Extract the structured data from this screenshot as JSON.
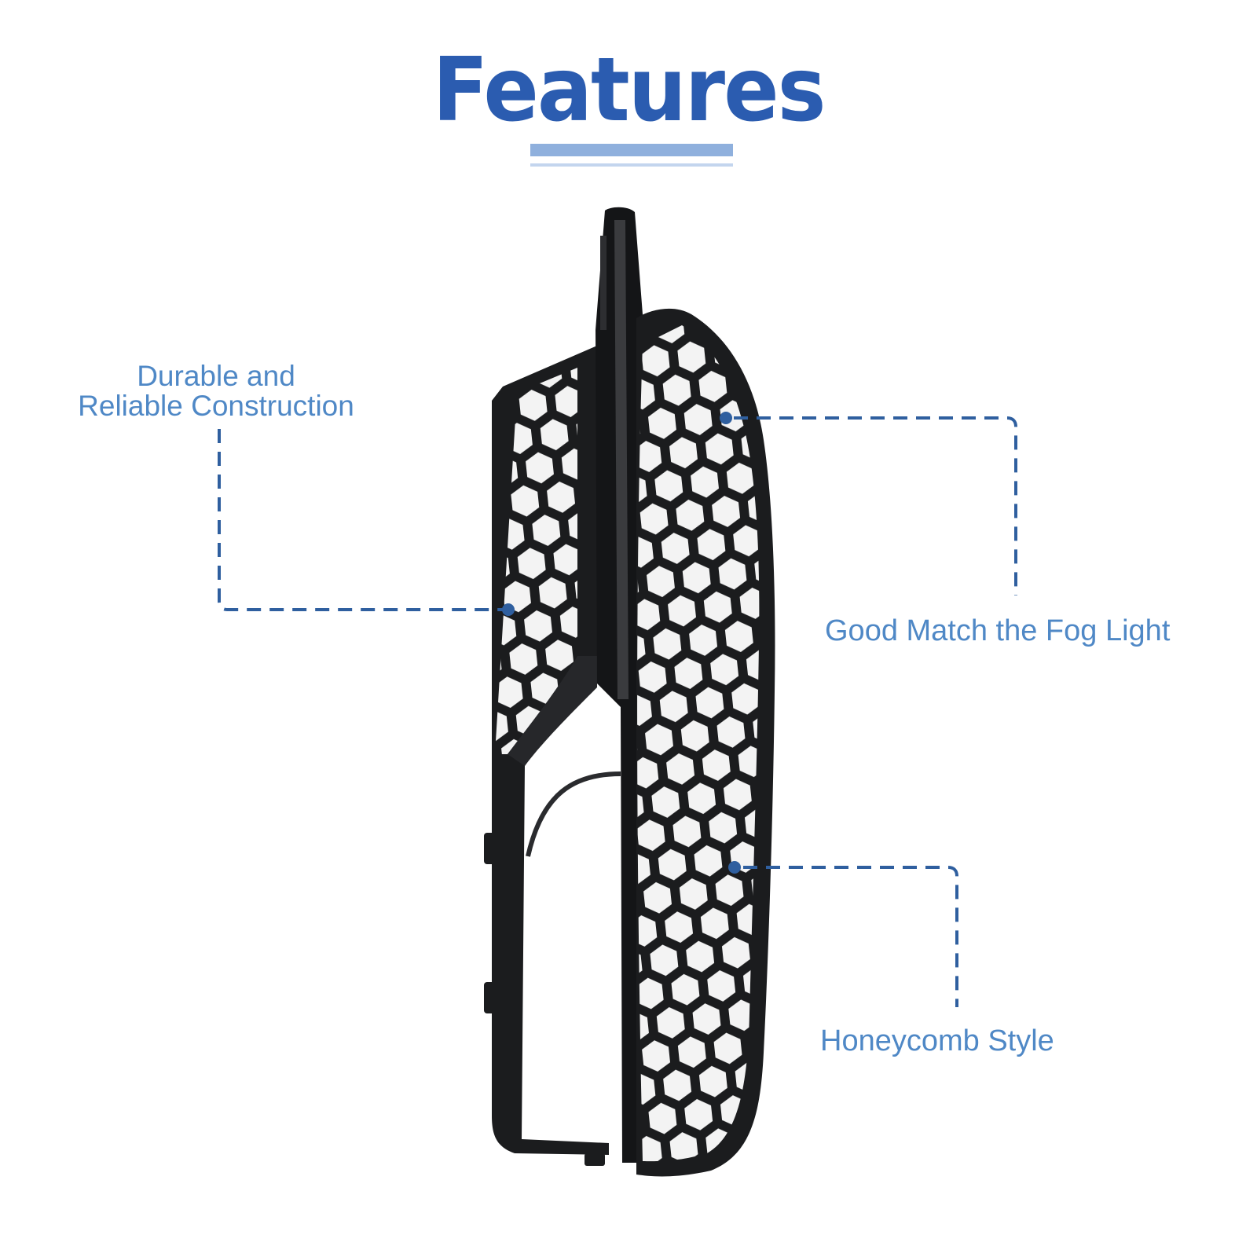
{
  "header": {
    "title": "Features"
  },
  "features": [
    {
      "label_line1": "Durable and",
      "label_line2": "Reliable Construction"
    },
    {
      "label": "Good Match the Fog Light"
    },
    {
      "label": "Honeycomb Style"
    }
  ],
  "colors": {
    "title": "#2b5cb0",
    "label": "#4f88c6",
    "callout_line": "#2f5f9f",
    "underline": "#8fb0dd",
    "grille": "#1b1c1e"
  }
}
